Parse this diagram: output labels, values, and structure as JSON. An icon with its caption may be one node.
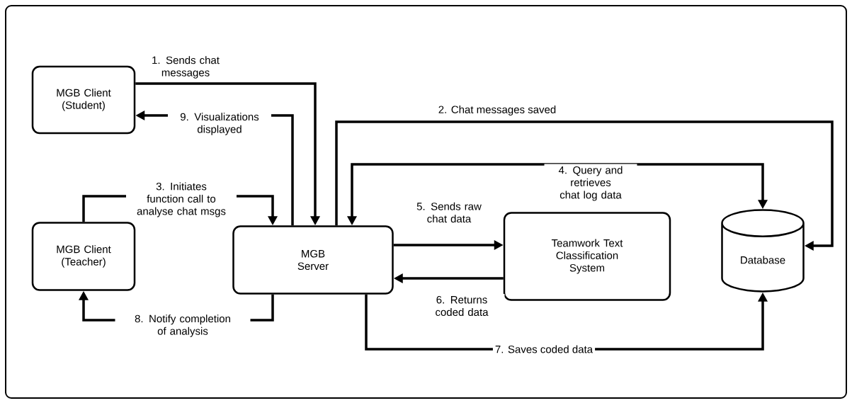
{
  "diagram": {
    "nodes": [
      {
        "text": [
          "MGB Client (Student)"
        ]
      },
      {
        "text": [
          "MGB Client (Teacher)"
        ]
      },
      {
        "text": [
          "MGB Server"
        ]
      },
      {
        "text": [
          "Teamwork Text Classification System"
        ]
      },
      {
        "text": [
          "Database"
        ]
      }
    ],
    "edges": [
      {
        "from": 0,
        "to": 2,
        "arrow": "to",
        "label": "1. Sends chat messages"
      },
      {
        "from": 2,
        "to": 4,
        "arrow": "to",
        "label": "2. Chat messages saved"
      },
      {
        "from": 1,
        "to": 2,
        "arrow": "to",
        "label": "3. Initiates function call to analyse chat msgs"
      },
      {
        "from": 4,
        "to": 2,
        "arrow": "both",
        "label": "4. Query and retrieves chat log data"
      },
      {
        "from": 2,
        "to": 3,
        "arrow": "to",
        "label": "5. Sends raw chat data"
      },
      {
        "from": 3,
        "to": 2,
        "arrow": "to",
        "label": "6. Returns coded data"
      },
      {
        "from": 2,
        "to": 4,
        "arrow": "to",
        "label": "7. Saves coded data"
      },
      {
        "from": 2,
        "to": 1,
        "arrow": "to",
        "label": "8. Notify completion of analysis"
      },
      {
        "from": 2,
        "to": 0,
        "arrow": "to",
        "label": "9. Visualizations displayed"
      }
    ]
  }
}
